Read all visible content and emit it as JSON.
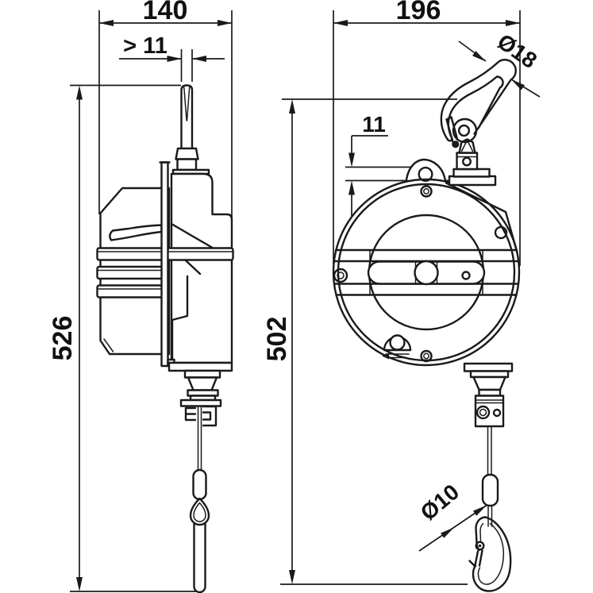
{
  "dimensions": {
    "side_view_width": {
      "label": "140"
    },
    "rope_slot_min_width": {
      "label": "> 11"
    },
    "side_view_height": {
      "label": "526"
    },
    "front_view_width": {
      "label": "196"
    },
    "top_hook_rod_diameter": {
      "label": "Ø18"
    },
    "suspension_lug_offset": {
      "label": "11"
    },
    "front_view_height": {
      "label": "502"
    },
    "snap_hook_rod_diameter": {
      "label": "Ø10"
    }
  },
  "colors": {
    "line": "#1a1a1a",
    "text": "#111111",
    "background": "#ffffff"
  }
}
